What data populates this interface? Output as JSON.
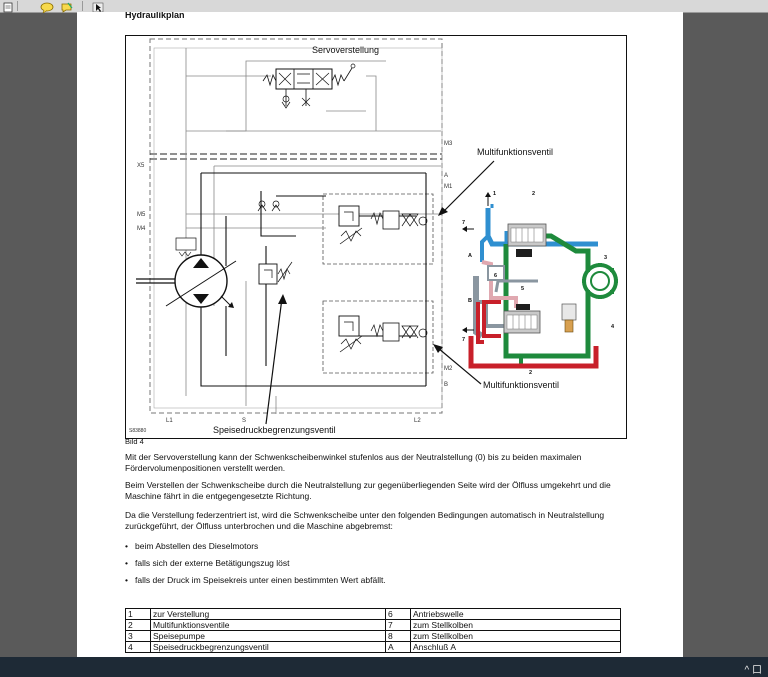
{
  "toolbar": {
    "icons": [
      "page-icon",
      "speech-bubble-icon",
      "note-icon",
      "cursor-icon"
    ]
  },
  "page": {
    "title": "Hydraulikplan",
    "figure": {
      "labels": {
        "servo": "Servoverstellung",
        "mfv_top": "Multifunktionsventil",
        "mfv_bottom": "Multifunktionsventil",
        "speise": "Speisedruckbegrenzungsventil",
        "code": "S83880",
        "m3": "M3",
        "a": "A",
        "m1": "M1",
        "m2": "M2",
        "b": "B",
        "x5": "X5",
        "m5": "M5",
        "m4": "M4",
        "l1": "L1",
        "s": "S",
        "l2": "L2"
      },
      "cutaway_numbers": {
        "n1": "1",
        "n2a": "2",
        "n2b": "2",
        "n3": "3",
        "n4": "4",
        "n5": "5",
        "n6": "6",
        "n7a": "7",
        "n7b": "7",
        "na": "A",
        "nb": "B"
      },
      "colors": {
        "blue": "#2f8fd0",
        "green": "#1e8a3c",
        "red": "#c8202a",
        "pink": "#e0a8b0",
        "gray": "#8a96a0"
      }
    },
    "caption": "Bild 4",
    "paragraphs": [
      "Mit der Servoverstellung kann der Schwenkscheibenwinkel stufenlos aus der Neutralstellung (0) bis zu beiden maximalen Fördervolumenpositionen verstellt werden.",
      "Beim Verstellen der Schwenkscheibe durch die Neutralstellung zur gegenüberliegenden Seite wird der Ölfluss umgekehrt und die Maschine fährt in die entgegengesetzte Richtung.",
      "Da die Verstellung federzentriert ist, wird die Schwenkscheibe unter den folgenden Bedingungen automatisch in Neutralstellung zurückgeführt, der Ölfluss unterbrochen und die Maschine abgebremst:"
    ],
    "bullets": [
      "beim Abstellen des Dieselmotors",
      "falls sich der externe Betätigungszug löst",
      "falls der Druck im Speisekreis unter einen bestimmten Wert abfällt."
    ],
    "legend_rows": [
      [
        "1",
        "zur Verstellung",
        "6",
        "Antriebswelle"
      ],
      [
        "2",
        "Multifunktionsventile",
        "7",
        "zum Stellkolben"
      ],
      [
        "3",
        "Speisepumpe",
        "8",
        "zum Stellkolben"
      ],
      [
        "4",
        "Speisedruckbegrenzungsventil",
        "A",
        "Anschluß A"
      ]
    ]
  },
  "taskbar": {
    "tray": "^ 口"
  }
}
